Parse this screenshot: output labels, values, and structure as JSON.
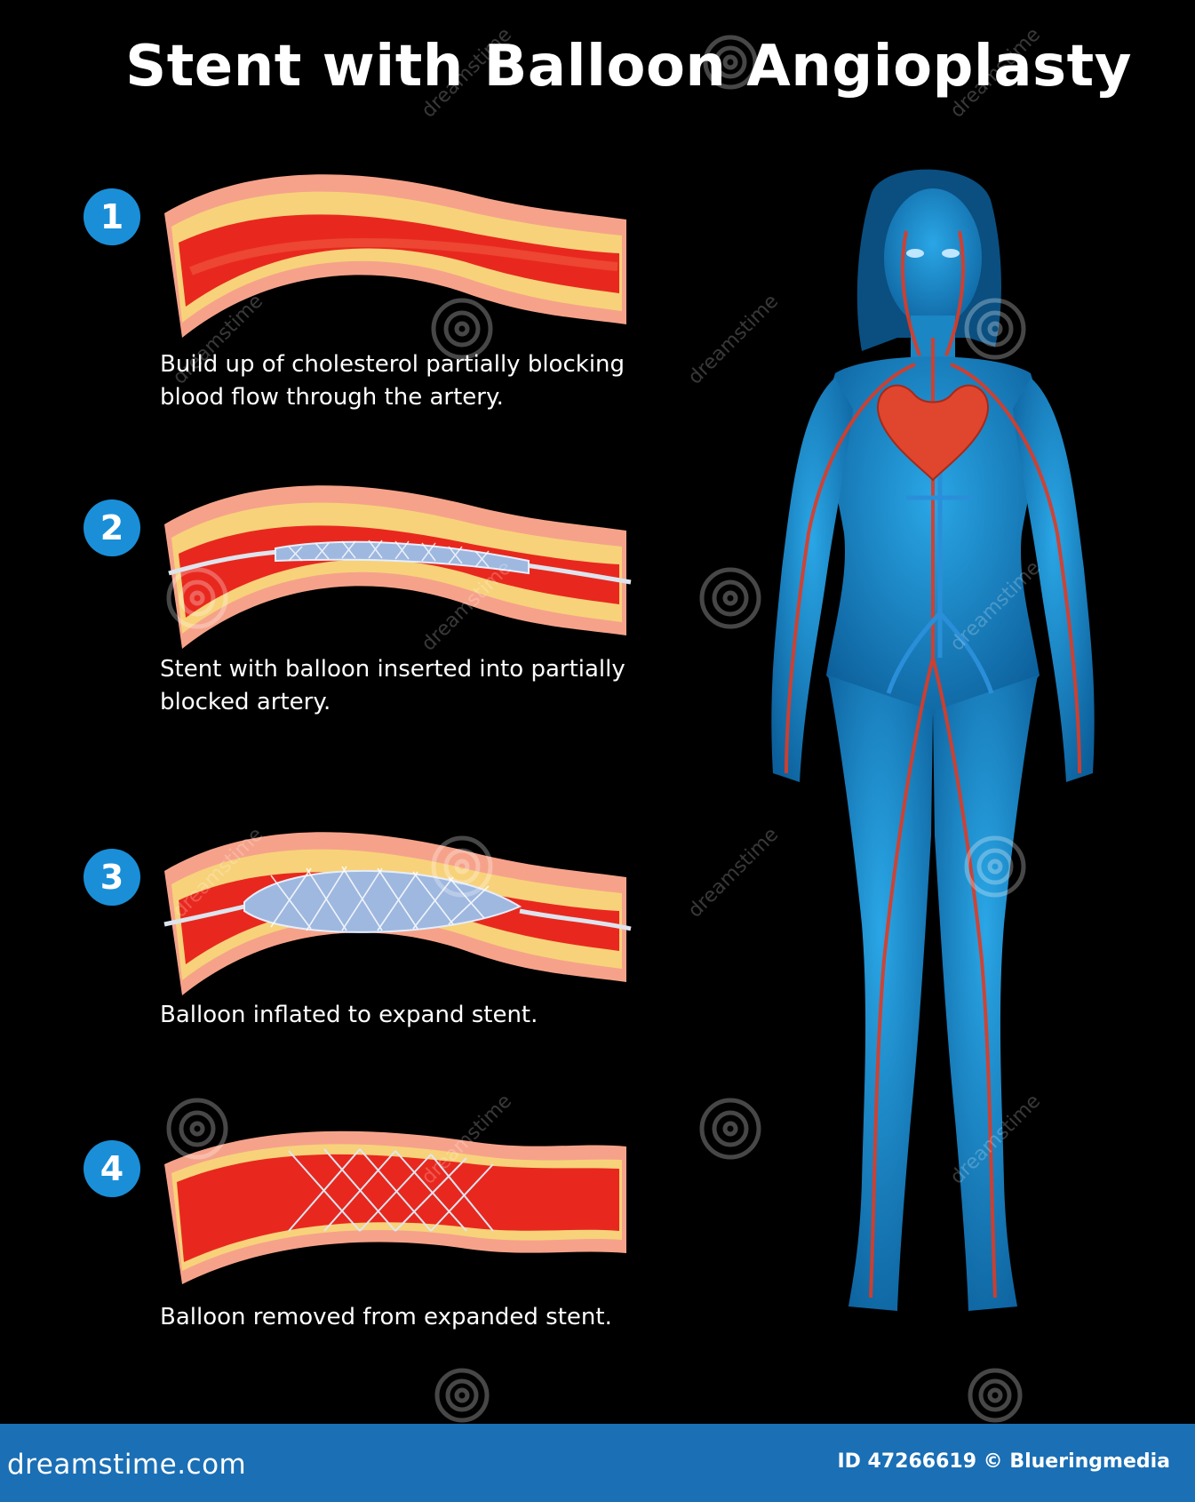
{
  "title": "Stent with Balloon Angioplasty",
  "steps": [
    {
      "number": "1",
      "caption_line1": "Build up of cholesterol partially blocking",
      "caption_line2": "blood flow through the artery."
    },
    {
      "number": "2",
      "caption_line1": "Stent with balloon inserted into partially",
      "caption_line2": "blocked artery."
    },
    {
      "number": "3",
      "caption_line1": "Balloon inflated to expand stent.",
      "caption_line2": ""
    },
    {
      "number": "4",
      "caption_line1": "Balloon removed from expanded stent.",
      "caption_line2": ""
    }
  ],
  "watermark": "dreamstime",
  "footer": {
    "logo": "dreamstime.com",
    "id_text": "ID 47266619 © Blueringmedia"
  },
  "colors": {
    "badge": "#1a8fd8",
    "artery_outer": "#f6a28a",
    "artery_lumen": "#e8281e",
    "plaque": "#f7d27a",
    "stent": "#c9d8ef",
    "body": "#1f90d0",
    "vessels": "#e03a24",
    "footer": "#1a6fb5"
  }
}
